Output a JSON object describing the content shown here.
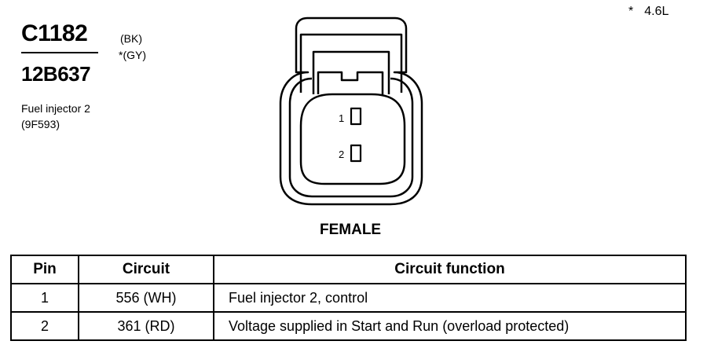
{
  "connector": {
    "id": "C1182",
    "part_number": "12B637",
    "color_primary": "(BK)",
    "color_alt": "*(GY)",
    "description_line1": "Fuel injector 2",
    "description_line2": "(9F593)"
  },
  "engine_note": {
    "asterisk": "*",
    "engine": "4.6L"
  },
  "diagram": {
    "pin_labels": [
      "1",
      "2"
    ],
    "view_label": "FEMALE"
  },
  "table": {
    "headers": [
      "Pin",
      "Circuit",
      "Circuit function"
    ],
    "rows": [
      [
        "1",
        "556 (WH)",
        "Fuel injector 2, control"
      ],
      [
        "2",
        "361 (RD)",
        "Voltage supplied in Start and Run (overload protected)"
      ]
    ]
  }
}
